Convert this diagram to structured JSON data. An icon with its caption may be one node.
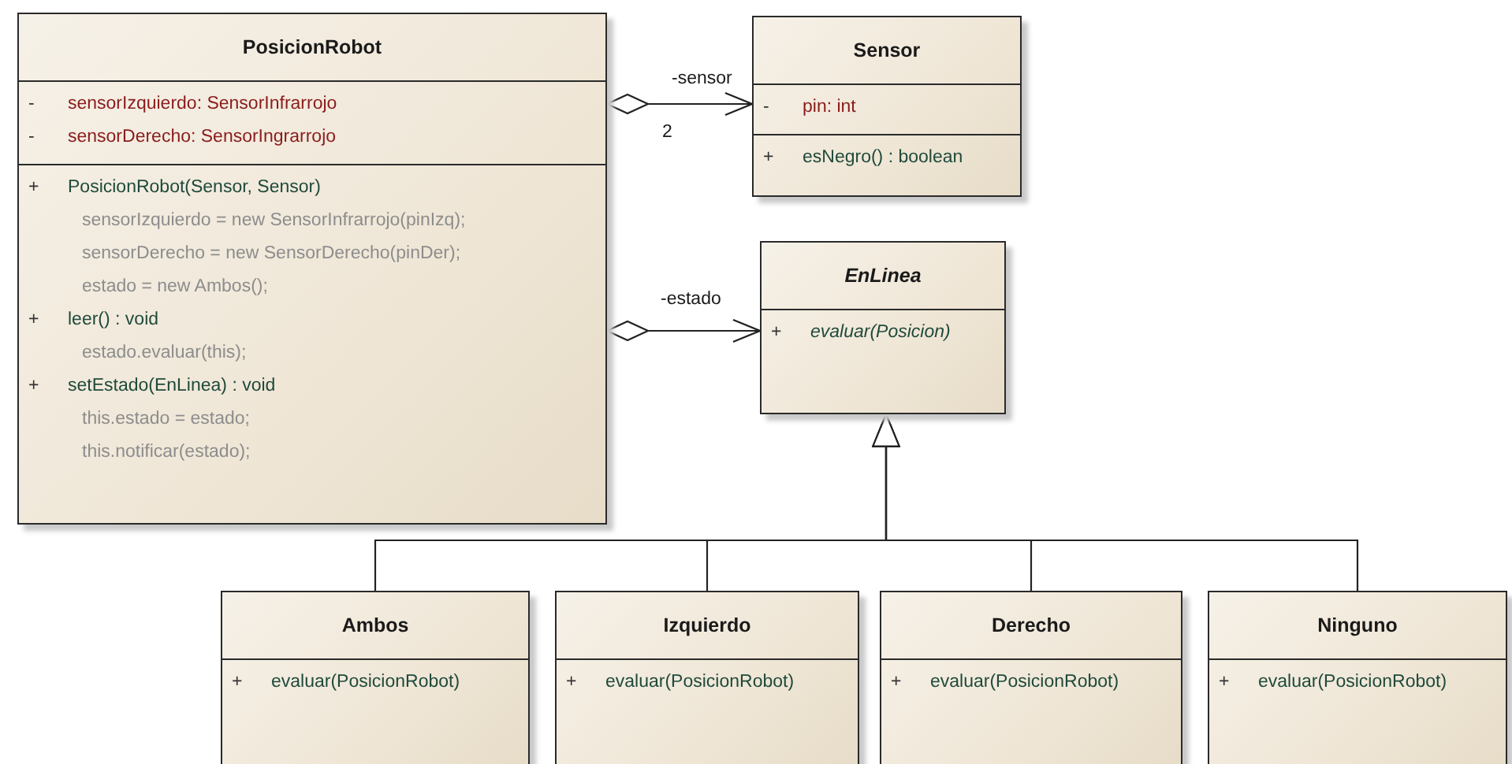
{
  "diagram": {
    "nodes": [
      {
        "text": [
          "PosicionRobot",
          "-",
          "sensorIzquierdo: SensorInfrarrojo",
          "-",
          "sensorDerecho: SensorIngrarrojo",
          "+",
          "PosicionRobot(Sensor, Sensor)",
          "sensorIzquierdo = new SensorInfrarrojo(pinIzq);",
          "sensorDerecho = new SensorDerecho(pinDer);",
          "estado = new Ambos();",
          "+",
          "leer() : void",
          "estado.evaluar(this);",
          "+",
          "setEstado(EnLinea) : void",
          "this.estado = estado;",
          "this.notificar(estado);"
        ]
      },
      {
        "text": [
          "Sensor",
          "-",
          "pin: int",
          "+",
          "esNegro() : boolean"
        ]
      },
      {
        "text": [
          "EnLinea",
          "+",
          "evaluar(Posicion)"
        ]
      },
      {
        "text": [
          "Ambos",
          "+",
          "evaluar(PosicionRobot)"
        ]
      },
      {
        "text": [
          "Izquierdo",
          "+",
          "evaluar(PosicionRobot)"
        ]
      },
      {
        "text": [
          "Derecho",
          "+",
          "evaluar(PosicionRobot)"
        ]
      },
      {
        "text": [
          "Ninguno",
          "+",
          "evaluar(PosicionRobot)"
        ]
      }
    ],
    "edges": [
      {
        "from": 0,
        "to": 1,
        "arrow": "to",
        "label": "-sensor"
      },
      {
        "from": 0,
        "to": 2,
        "arrow": "to",
        "label": "-estado"
      },
      {
        "from": 3,
        "to": 2,
        "arrow": "to"
      },
      {
        "from": 4,
        "to": 2,
        "arrow": "to"
      },
      {
        "from": 5,
        "to": 2,
        "arrow": "to"
      },
      {
        "from": 6,
        "to": 2,
        "arrow": "to"
      }
    ],
    "labels": [
      "2"
    ]
  }
}
